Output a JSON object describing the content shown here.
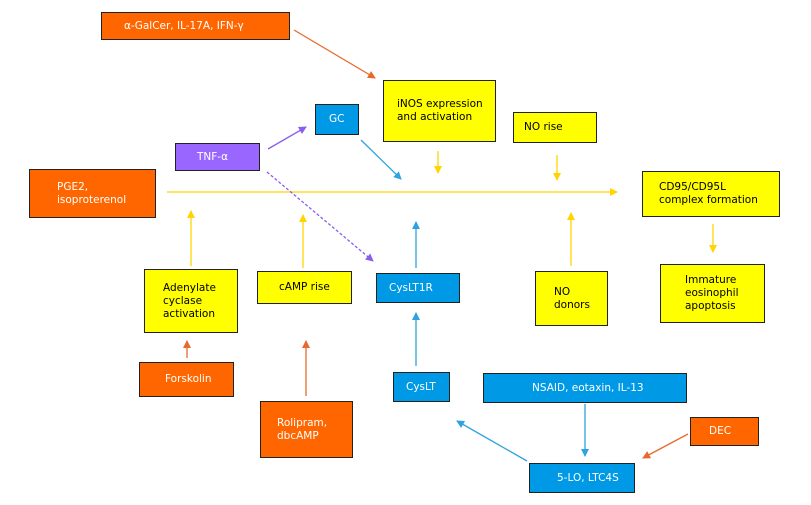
{
  "colors": {
    "orange": "#ff6600",
    "yellow": "#ffff00",
    "blue": "#0099e6",
    "purple": "#9966ff",
    "arrow_orange": "#e8692d",
    "arrow_yellow": "#ffd400",
    "arrow_blue": "#2ea3e0",
    "arrow_purple": "#8a5cf0"
  },
  "nodes": {
    "galcer": "α-GalCer, IL-17A, IFN-γ",
    "inos": "iNOS expression\nand activation",
    "gc": "GC",
    "no_rise": "NO rise",
    "tnf": "TNF-α",
    "pge2": "PGE2,\nisoproterenol",
    "cd95": "CD95/CD95L\ncomplex formation",
    "adenylate": "Adenylate\ncyclase\nactivation",
    "camp": "cAMP rise",
    "cyslt1r": "CysLT1R",
    "no_donors": "NO\ndonors",
    "immature": "Immature\neosinophil\napoptosis",
    "forskolin": "Forskolin",
    "rolipram": "Rolipram,\ndbcAMP",
    "cyslt": "CysLT",
    "nsaid": "NSAID, eotaxin, IL-13",
    "dec": "DEC",
    "slo": "5-LO, LTC4S"
  }
}
